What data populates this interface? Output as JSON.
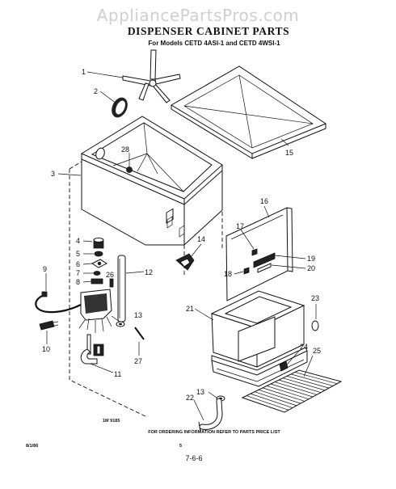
{
  "watermark": "AppliancePartsPros.com",
  "title": "DISPENSER CABINET PARTS",
  "subtitle": "For Models CETD 4ASI-1 and CETD 4WSI-1",
  "drawing_code": "1M 9185",
  "footer_note": "FOR ORDERING INFORMATION REFER TO PARTS PRICE LIST",
  "corner_code": "8/1/86",
  "footer_small": "5",
  "page_number": "7-6-6",
  "callouts": [
    "1",
    "2",
    "3",
    "4",
    "5",
    "6",
    "7",
    "8",
    "9",
    "10",
    "11",
    "12",
    "13",
    "13",
    "14",
    "15",
    "16",
    "17",
    "18",
    "19",
    "20",
    "21",
    "22",
    "23",
    "24",
    "25",
    "26",
    "27",
    "28"
  ]
}
